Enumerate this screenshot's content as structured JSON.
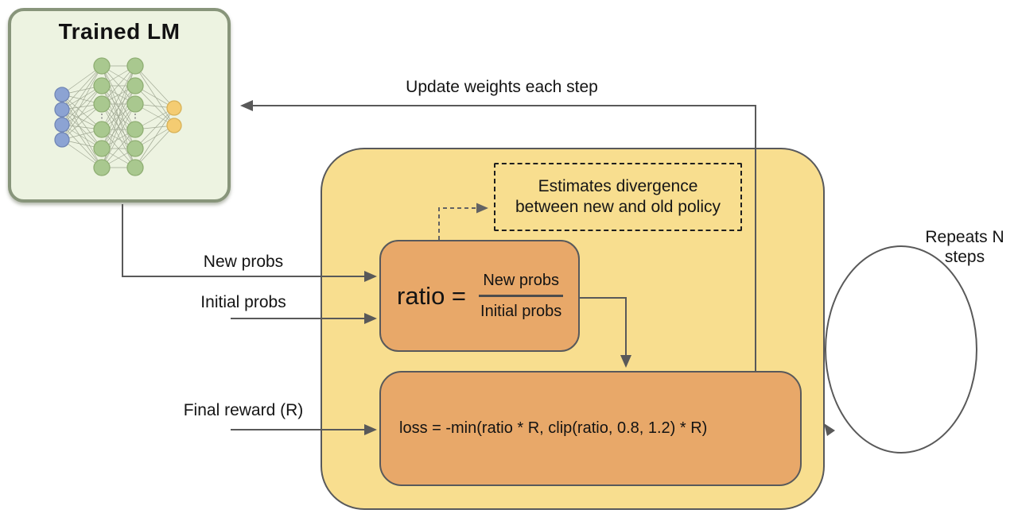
{
  "colors": {
    "container_fill": "#F8DE8F",
    "container_border": "#58595B",
    "formula_fill": "#E8A869",
    "formula_border": "#58595B",
    "lm_fill": "#EDF3E1",
    "lm_border": "#88957B",
    "arrow": "#595959",
    "text": "#141414",
    "node_blue": "#8CA3D3",
    "node_green": "#A9C88F",
    "node_yellow": "#F4CC72"
  },
  "lm_box": {
    "title": "Trained LM"
  },
  "labels": {
    "update_weights": "Update weights each step",
    "new_probs": "New probs",
    "initial_probs": "Initial probs",
    "final_reward": "Final reward (R)",
    "repeats": "Repeats N steps"
  },
  "divergence_note": {
    "line1": "Estimates divergence",
    "line2": "between new and old policy"
  },
  "ratio_formula": {
    "lhs": "ratio =",
    "numerator": "New probs",
    "denominator": "Initial probs"
  },
  "loss_formula": {
    "text": "loss = -min(ratio * R, clip(ratio, 0.8, 1.2) * R)"
  }
}
